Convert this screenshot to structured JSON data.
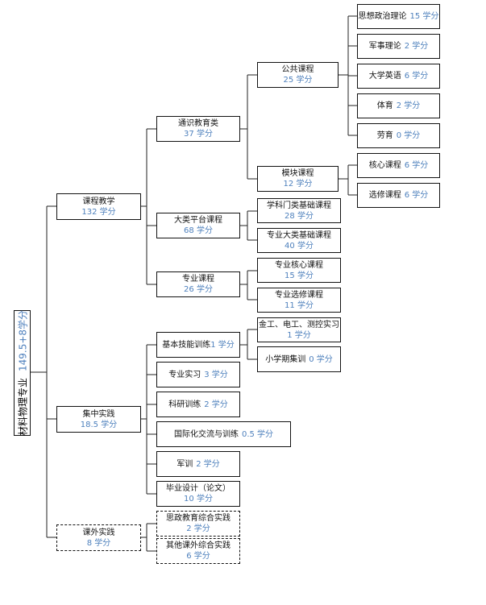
{
  "root": {
    "name": "材料物理专业",
    "credits": "149.5+8学分"
  },
  "courses": {
    "name": "课程教学",
    "credits": "132 学分",
    "general": {
      "name": "通识教育类",
      "credits": "37 学分",
      "public": {
        "name": "公共课程",
        "credits": "25 学分",
        "items": [
          {
            "name": "思想政治理论",
            "credits": "15 学分"
          },
          {
            "name": "军事理论",
            "credits": "2 学分"
          },
          {
            "name": "大学英语",
            "credits": "6 学分"
          },
          {
            "name": "体育",
            "credits": "2 学分"
          },
          {
            "name": "劳育",
            "credits": "0 学分"
          }
        ]
      },
      "module": {
        "name": "模块课程",
        "credits": "12 学分",
        "items": [
          {
            "name": "核心课程",
            "credits": "6 学分"
          },
          {
            "name": "选修课程",
            "credits": "6 学分"
          }
        ]
      }
    },
    "platform": {
      "name": "大类平台课程",
      "credits": "68 学分",
      "items": [
        {
          "name": "学科门类基础课程",
          "credits": "28 学分"
        },
        {
          "name": "专业大类基础课程",
          "credits": "40 学分"
        }
      ]
    },
    "major": {
      "name": "专业课程",
      "credits": "26 学分",
      "items": [
        {
          "name": "专业核心课程",
          "credits": "15 学分"
        },
        {
          "name": "专业选修课程",
          "credits": "11 学分"
        }
      ]
    }
  },
  "practice": {
    "name": "集中实践",
    "credits": "18.5 学分",
    "basic": {
      "name": "基本技能训练",
      "credits": "1 学分",
      "items": [
        {
          "name": "金工、电工、测控实习",
          "credits": "1 学分"
        },
        {
          "name": "小学期集训",
          "credits": "0 学分"
        }
      ]
    },
    "items": [
      {
        "name": "专业实习",
        "credits": "3 学分"
      },
      {
        "name": "科研训练",
        "credits": "2 学分"
      },
      {
        "name": "国际化交流与训练",
        "credits": "0.5 学分"
      },
      {
        "name": "军训",
        "credits": "2 学分"
      },
      {
        "name": "毕业设计（论文）",
        "credits": "10 学分"
      }
    ]
  },
  "extra": {
    "name": "课外实践",
    "credits": "8 学分",
    "items": [
      {
        "name": "思政教育综合实践",
        "credits": "2 学分"
      },
      {
        "name": "其他课外综合实践",
        "credits": "6 学分"
      }
    ]
  }
}
